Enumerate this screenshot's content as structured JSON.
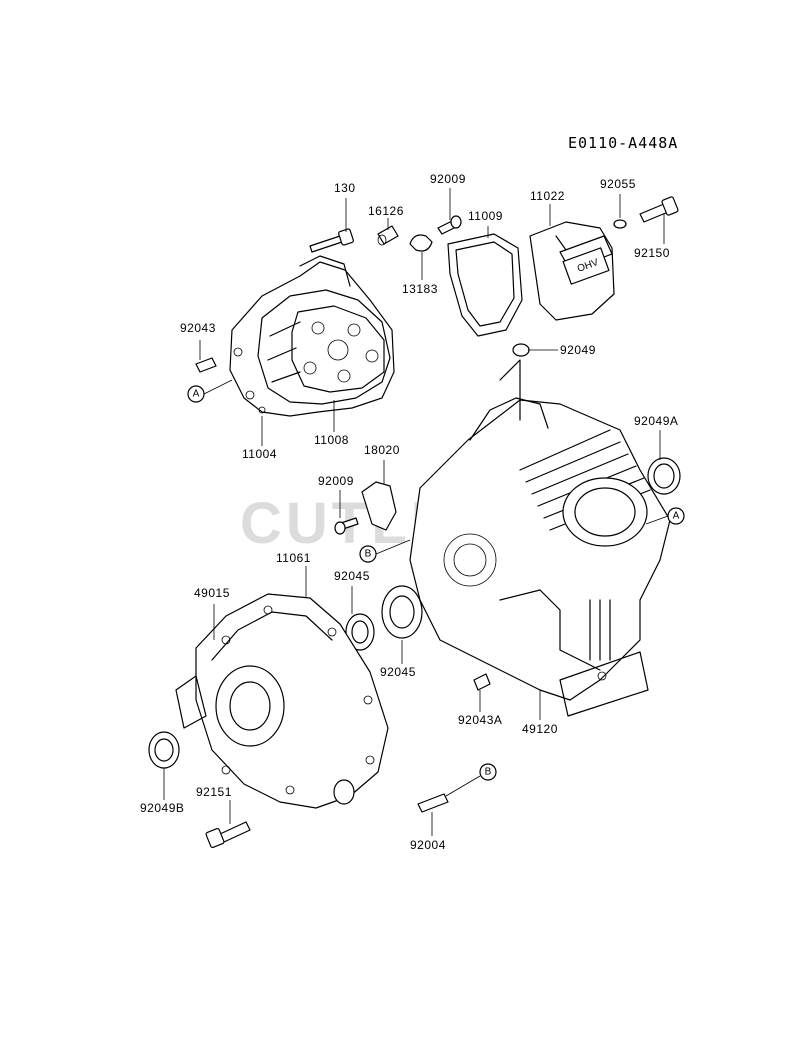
{
  "diagram": {
    "code": "E0110-A448A",
    "watermark": "CUTLERY",
    "labels": {
      "p130": "130",
      "p92009a": "92009",
      "p16126": "16126",
      "p11009": "11009",
      "p11022": "11022",
      "p92055": "92055",
      "p92150": "92150",
      "p13183": "13183",
      "p92043": "92043",
      "p92049": "92049",
      "p11004": "11004",
      "p11008": "11008",
      "p92049A": "92049A",
      "p18020": "18020",
      "p92009b": "92009",
      "p11061": "11061",
      "p49015": "49015",
      "p92045a": "92045",
      "p92045b": "92045",
      "p92043A": "92043A",
      "p49120": "49120",
      "p92049B": "92049B",
      "p92151": "92151",
      "p92004": "92004"
    },
    "refs": {
      "a1": "A",
      "a2": "A",
      "b1": "B",
      "b2": "B"
    }
  }
}
